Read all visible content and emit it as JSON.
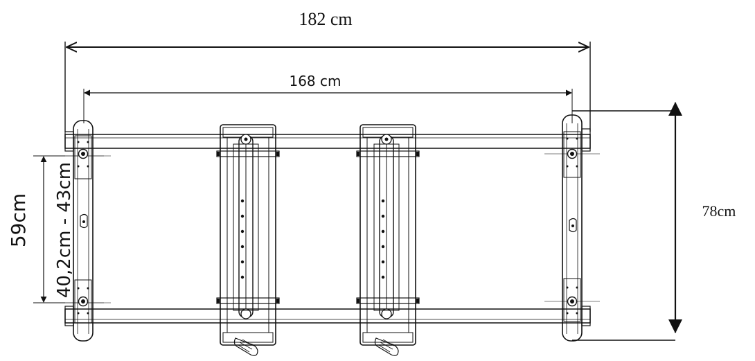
{
  "dimensions": {
    "overall_length": "182 cm",
    "inner_length": "168 cm",
    "overall_width": "78cm",
    "outer_width": "59cm",
    "adjustable_width": "40,2cm - 43cm"
  },
  "colors": {
    "line": "#111111",
    "background": "#ffffff"
  }
}
